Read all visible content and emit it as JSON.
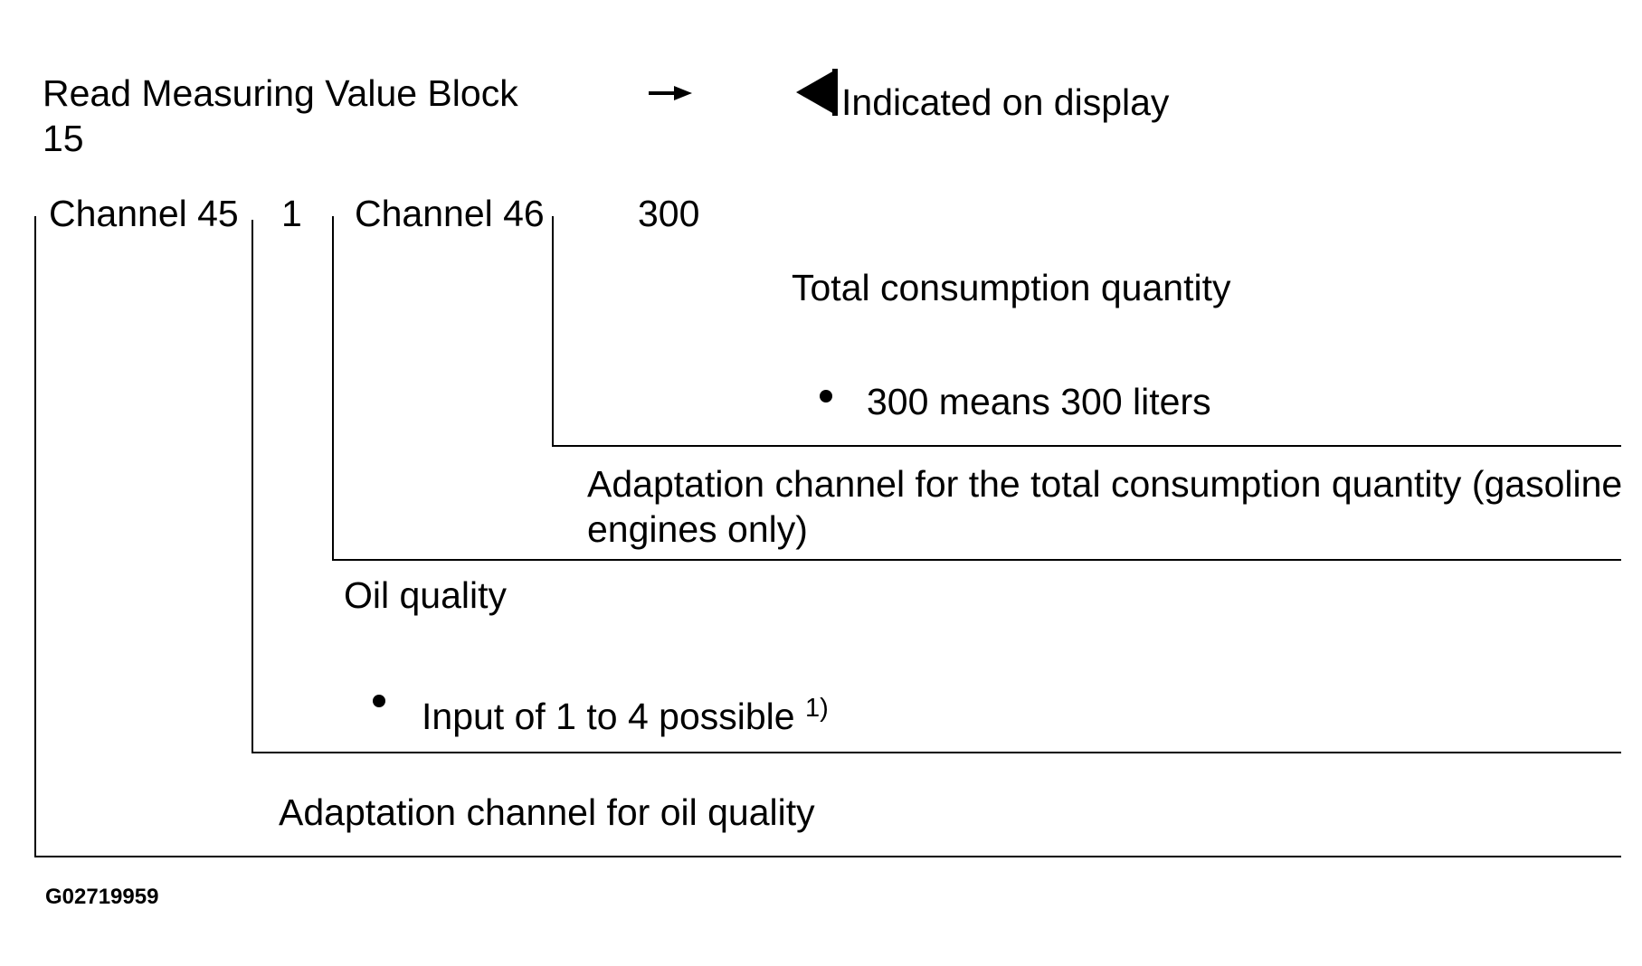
{
  "header": {
    "read_block_line1": "Read Measuring Value Block",
    "read_block_line2": "15",
    "indicated_text": "Indicated on display"
  },
  "row": {
    "channel45": "Channel 45",
    "value45": "1",
    "channel46": "Channel 46",
    "value46": "300"
  },
  "notes": {
    "total_consumption": "Total consumption quantity",
    "liters_note": "300 means 300 liters",
    "adaptation_total_line1": "Adaptation channel for the total consumption quantity (gasoline",
    "adaptation_total_line2": "engines only)",
    "oil_quality": "Oil quality",
    "input_note": "Input of 1 to 4 possible",
    "input_footnote": "1)",
    "adaptation_oil": "Adaptation channel for oil quality"
  },
  "figure_id": "G02719959",
  "icons": {
    "right": "arrow-right-icon",
    "left": "pointer-left-icon",
    "bullet": "bullet-icon"
  }
}
